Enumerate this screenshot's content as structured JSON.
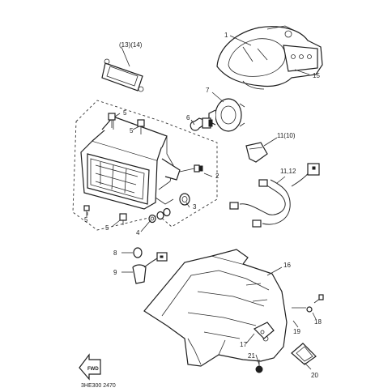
{
  "labels": {
    "l1": "1",
    "l1314": "(13)(14)",
    "l15": "15",
    "l7": "7",
    "l6": "6",
    "l5a": "5",
    "l5b": "5",
    "l5c": "5",
    "l5d": "5",
    "l2": "2",
    "l3": "3",
    "l4": "4",
    "l1101": "11(10)",
    "l1112": "11,12",
    "l8": "8",
    "l9": "9",
    "l16": "16",
    "l18": "18",
    "l19": "19",
    "l17": "17",
    "l21": "21",
    "l20": "20"
  },
  "fwd_mark": "FWD",
  "code": "3HE300 2470"
}
